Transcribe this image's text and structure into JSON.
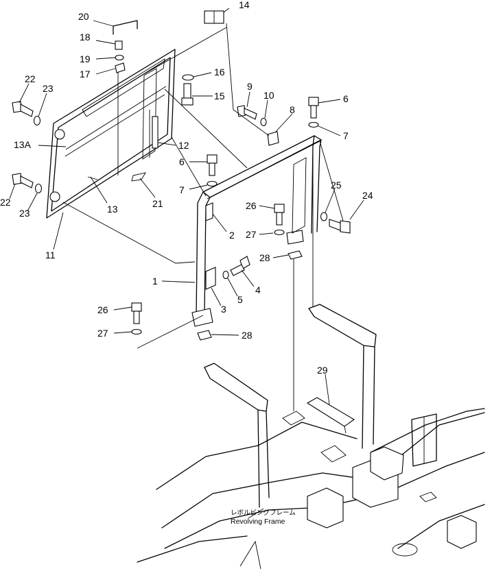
{
  "callouts": [
    {
      "id": "20",
      "text": "20"
    },
    {
      "id": "14",
      "text": "14"
    },
    {
      "id": "18",
      "text": "18"
    },
    {
      "id": "19",
      "text": "19"
    },
    {
      "id": "17",
      "text": "17"
    },
    {
      "id": "16",
      "text": "16"
    },
    {
      "id": "15",
      "text": "15"
    },
    {
      "id": "22a",
      "text": "22"
    },
    {
      "id": "23a",
      "text": "23"
    },
    {
      "id": "9",
      "text": "9"
    },
    {
      "id": "10",
      "text": "10"
    },
    {
      "id": "6a",
      "text": "6"
    },
    {
      "id": "8",
      "text": "8"
    },
    {
      "id": "7a",
      "text": "7"
    },
    {
      "id": "13A",
      "text": "13A"
    },
    {
      "id": "12",
      "text": "12"
    },
    {
      "id": "6b",
      "text": "6"
    },
    {
      "id": "7b",
      "text": "7"
    },
    {
      "id": "22b",
      "text": "22"
    },
    {
      "id": "23b",
      "text": "23"
    },
    {
      "id": "13",
      "text": "13"
    },
    {
      "id": "21",
      "text": "21"
    },
    {
      "id": "25",
      "text": "25"
    },
    {
      "id": "24",
      "text": "24"
    },
    {
      "id": "26a",
      "text": "26"
    },
    {
      "id": "2",
      "text": "2"
    },
    {
      "id": "27a",
      "text": "27"
    },
    {
      "id": "11",
      "text": "11"
    },
    {
      "id": "28a",
      "text": "28"
    },
    {
      "id": "1",
      "text": "1"
    },
    {
      "id": "4",
      "text": "4"
    },
    {
      "id": "5",
      "text": "5"
    },
    {
      "id": "3",
      "text": "3"
    },
    {
      "id": "26b",
      "text": "26"
    },
    {
      "id": "27b",
      "text": "27"
    },
    {
      "id": "28b",
      "text": "28"
    },
    {
      "id": "29",
      "text": "29"
    }
  ],
  "frame_caption": {
    "japanese": "レボルビングフレーム",
    "english": "Revolving  Frame"
  }
}
